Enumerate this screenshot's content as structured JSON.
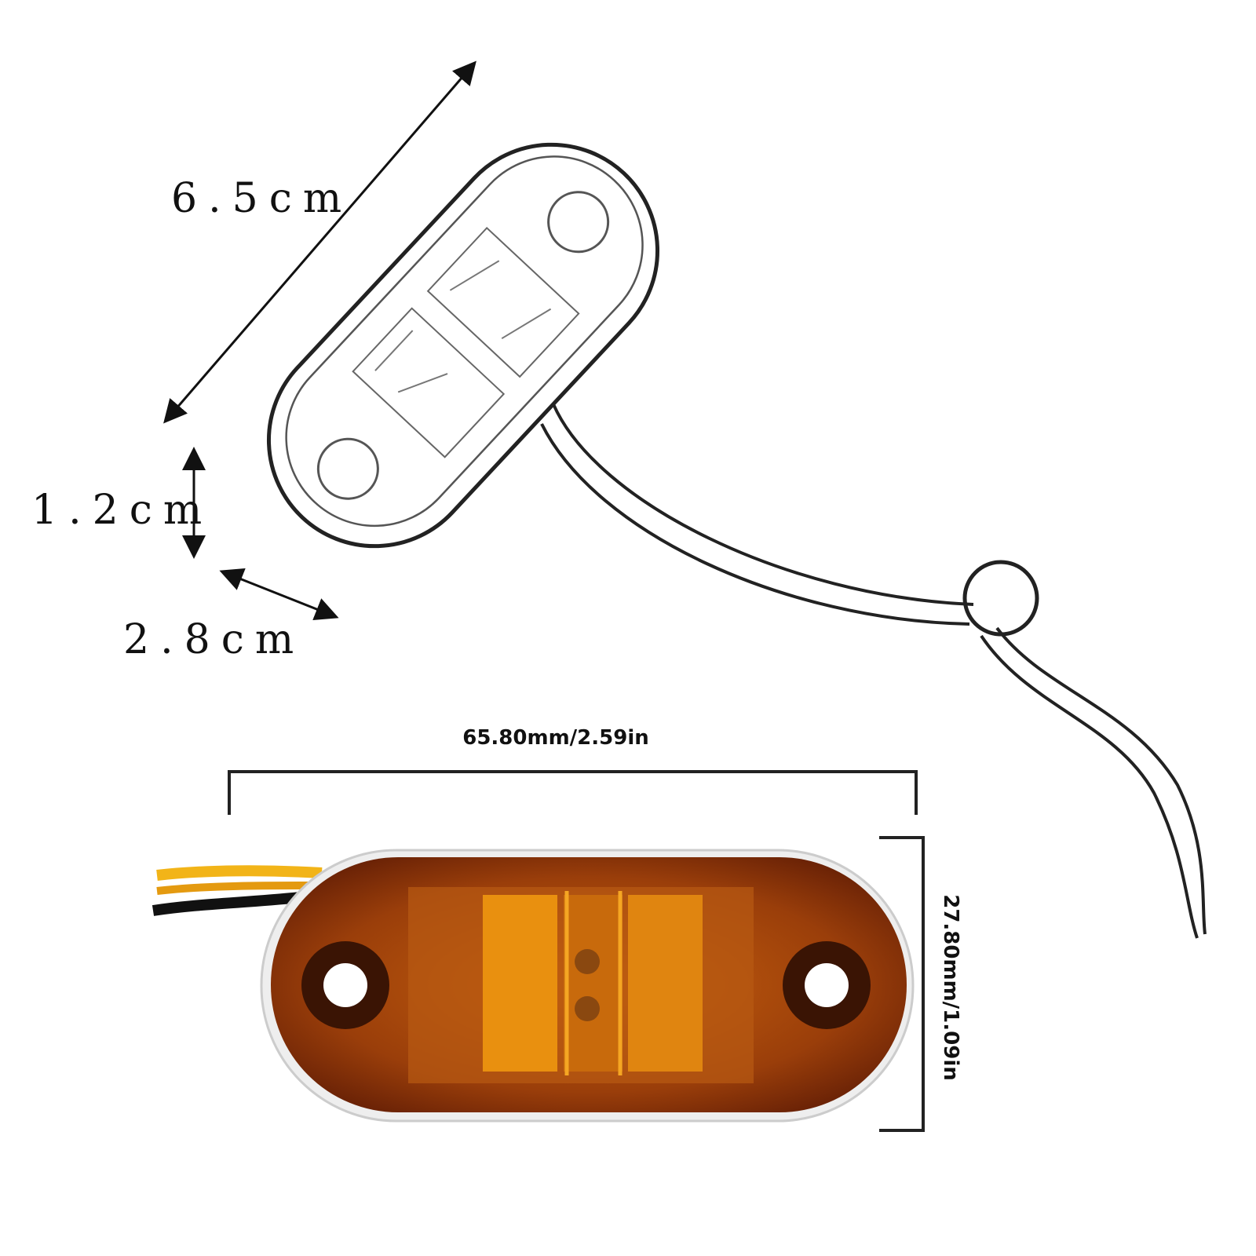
{
  "sketch": {
    "length_label": "6.5cm",
    "height_label": "1.2cm",
    "width_label": "2.8cm"
  },
  "photo": {
    "length_label": "65.80mm/2.59in",
    "width_label": "27.80mm/1.09in",
    "colors": {
      "lens_dark": "#7a2a08",
      "lens_amber": "#d8780e",
      "wire_yellow": "#f2b418",
      "wire_black": "#111111"
    }
  }
}
